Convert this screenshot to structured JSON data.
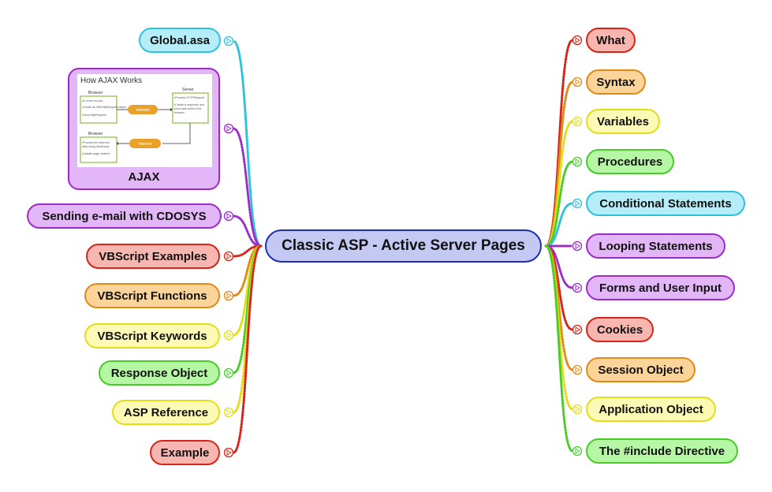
{
  "central": {
    "label": "Classic ASP - Active Server Pages"
  },
  "left_topics": [
    {
      "label": "Global.asa",
      "color": "cyan"
    },
    {
      "label": "AJAX",
      "color": "purple"
    },
    {
      "label": "Sending e-mail with CDOSYS",
      "color": "purple"
    },
    {
      "label": "VBScript Examples",
      "color": "red"
    },
    {
      "label": "VBScript Functions",
      "color": "orange"
    },
    {
      "label": "VBScript Keywords",
      "color": "yellow"
    },
    {
      "label": "Response Object",
      "color": "green"
    },
    {
      "label": "ASP Reference",
      "color": "yellow"
    },
    {
      "label": "Example",
      "color": "red"
    }
  ],
  "right_topics": [
    {
      "label": "What",
      "color": "red"
    },
    {
      "label": "Syntax",
      "color": "orange"
    },
    {
      "label": "Variables",
      "color": "yellow"
    },
    {
      "label": "Procedures",
      "color": "green"
    },
    {
      "label": "Conditional Statements",
      "color": "cyan"
    },
    {
      "label": "Looping Statements",
      "color": "purple"
    },
    {
      "label": "Forms and User Input",
      "color": "purple"
    },
    {
      "label": "Cookies",
      "color": "red"
    },
    {
      "label": "Session Object",
      "color": "orange"
    },
    {
      "label": "Application Object",
      "color": "yellow"
    },
    {
      "label": "The #include Directive",
      "color": "green"
    }
  ],
  "ajax_image": {
    "title": "How AJAX Works",
    "browser_top": "Browser",
    "browser_bottom": "Browser",
    "server": "Server",
    "internet_top": "Internet",
    "internet_bottom": "Internet",
    "browser_lines": [
      "An event occurs...",
      "•Create an XMLHttpRequest object",
      "•Send HttpRequest"
    ],
    "server_lines": [
      "•Process HTTPRequest",
      "•Create a response and",
      "send data back to the",
      "browser"
    ],
    "browser2_lines": [
      "•Process the returned",
      "data using JavaScript",
      "•Update page content"
    ]
  },
  "palette": {
    "red": "#d62418",
    "orange": "#e28a16",
    "yellow": "#e2de18",
    "green": "#48cd28",
    "cyan": "#2ec1dc",
    "purple": "#9c2cc8",
    "blue": "#1f2fb0"
  },
  "icons": {
    "connector": "triangle-play-icon"
  }
}
